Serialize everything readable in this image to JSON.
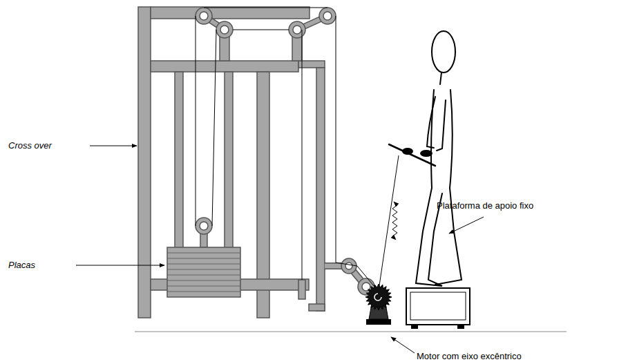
{
  "diagram": {
    "labels": [
      "Cross over",
      "Placas",
      "Plataforma de apoio fixo",
      "Motor com eixo excêntrico"
    ]
  }
}
